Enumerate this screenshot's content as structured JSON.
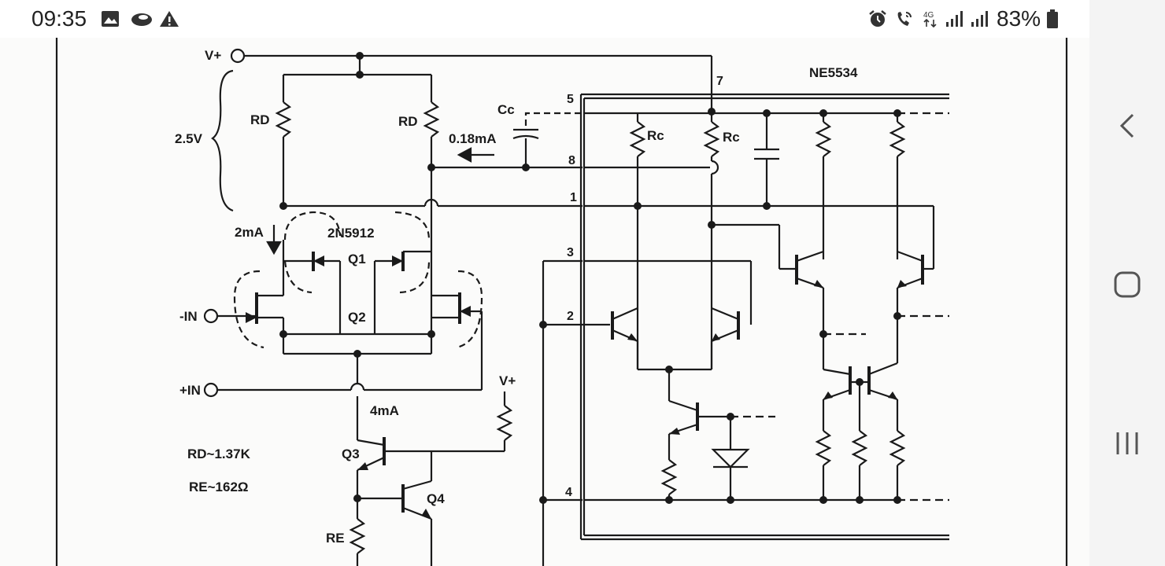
{
  "status_bar": {
    "time": "09:35",
    "left_icons": [
      "gallery-icon",
      "cloud-icon",
      "warning-icon"
    ],
    "right_icons": [
      "alarm-icon",
      "wifi-call-icon",
      "network-4g-icon",
      "signal-icon",
      "signal-icon",
      "battery-icon"
    ],
    "network_label": "4G",
    "battery": "83%"
  },
  "nav_bar": {
    "buttons": [
      "back-icon",
      "home-icon",
      "recents-icon"
    ]
  },
  "schematic": {
    "title": "NE5534",
    "supply_label": "V+",
    "supply_label_2": "V+",
    "voltage_span": "2.5V",
    "rd_left": "RD",
    "rd_right": "RD",
    "current_cc": "0.18mA",
    "cc_label": "Cc",
    "current_2ma": "2mA",
    "part_number": "2N5912",
    "q1": "Q1",
    "q2": "Q2",
    "q3": "Q3",
    "q4": "Q4",
    "minus_in": "-IN",
    "plus_in": "+IN",
    "current_4ma": "4mA",
    "rd_value": "RD~1.37K",
    "re_value": "RE~162Ω",
    "re_label": "RE",
    "rc_1": "Rc",
    "rc_2": "Rc",
    "pin_5": "5",
    "pin_8": "8",
    "pin_1": "1",
    "pin_3": "3",
    "pin_2": "2",
    "pin_4": "4",
    "pin_7": "7"
  }
}
